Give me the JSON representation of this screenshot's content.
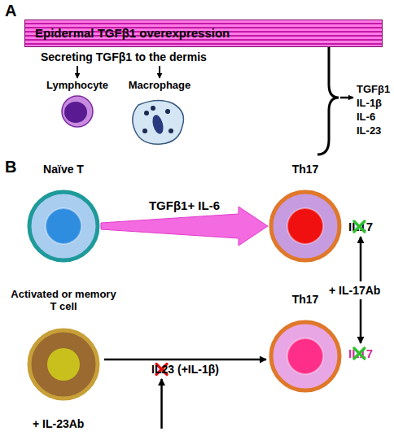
{
  "diagram": {
    "nodes": [
      {
        "text": [
          "Epidermal TGFβ1 overexpression"
        ]
      },
      {
        "text": [
          "Lymphocyte"
        ]
      },
      {
        "text": [
          "Macrophage"
        ]
      },
      {
        "text": [
          "Naïve T"
        ]
      },
      {
        "text": [
          "Th17"
        ]
      },
      {
        "text": [
          "Activated or memory T cell"
        ]
      },
      {
        "text": [
          "Th17"
        ]
      }
    ],
    "edges": [
      {
        "from": 3,
        "to": 4,
        "label": "TGFβ1+ IL-6",
        "arrow": "to"
      },
      {
        "from": 5,
        "to": 6,
        "label": "IL23 (+IL-1β)",
        "arrow": "to"
      }
    ],
    "labels": [
      "A",
      "Secreting TGFβ1 to the dermis",
      "TGFβ1",
      "IL-1β",
      "IL-6",
      "IL-23",
      "B",
      "IL17",
      "+ IL-17Ab",
      "IL17",
      "+ IL-23Ab"
    ]
  }
}
